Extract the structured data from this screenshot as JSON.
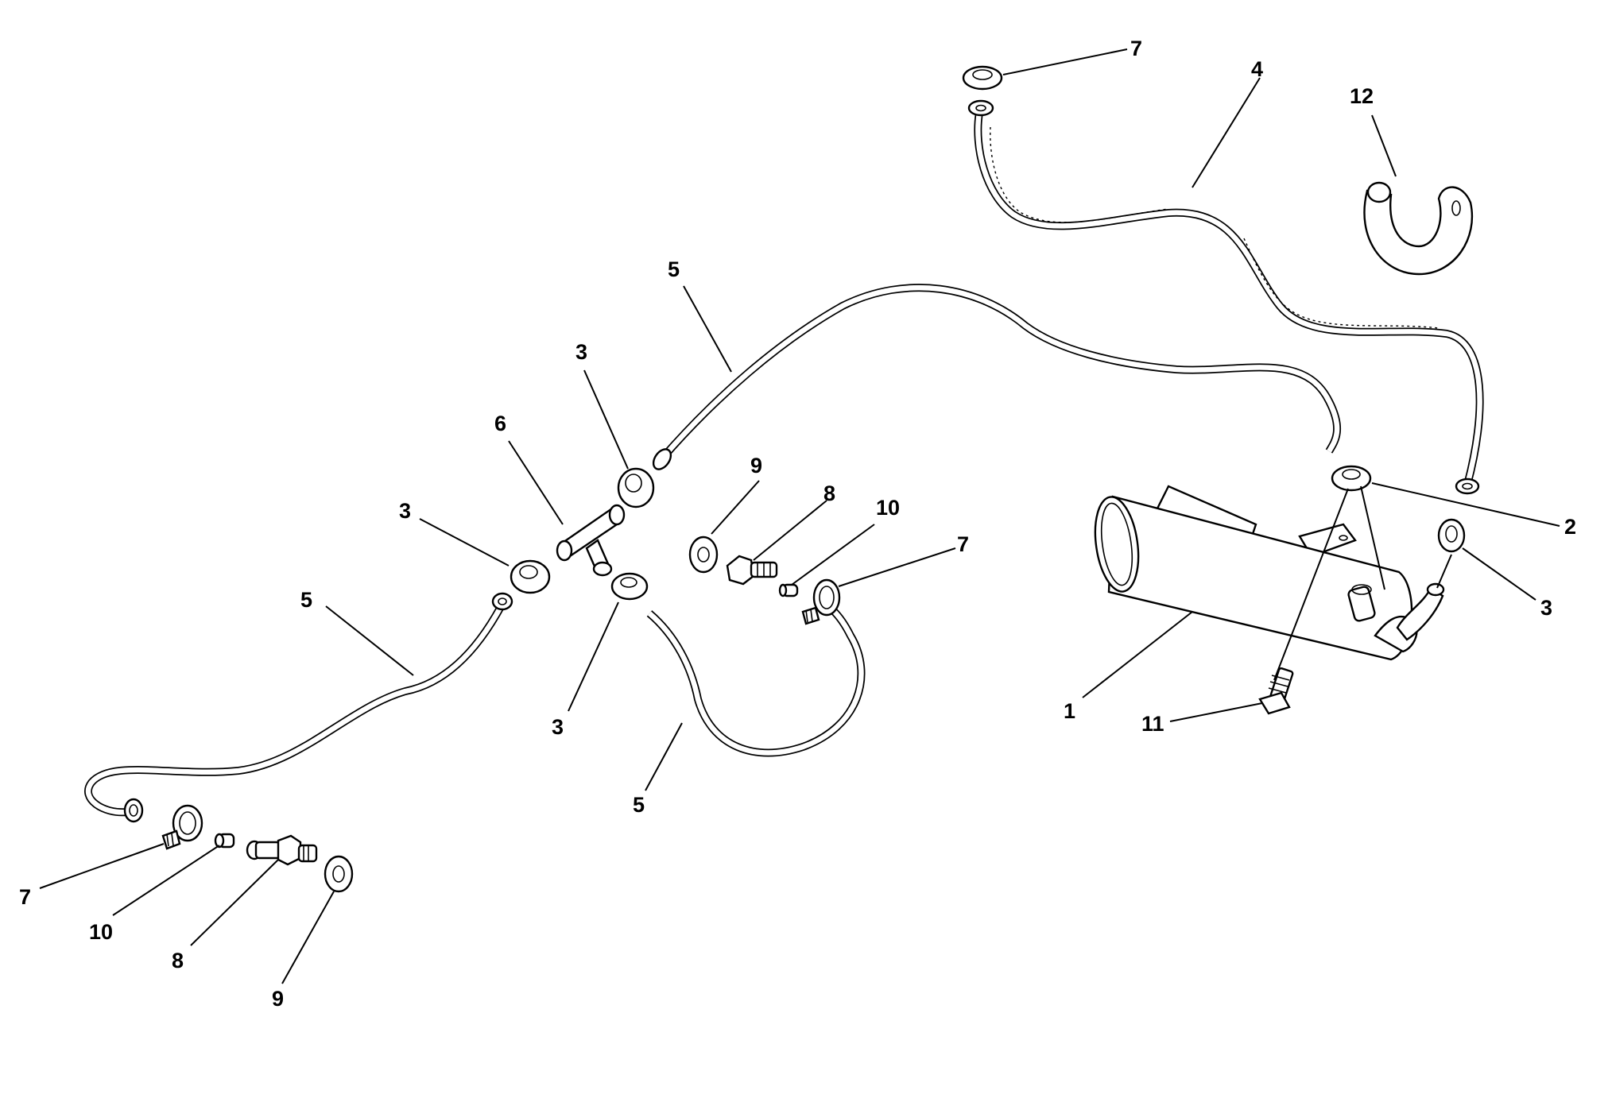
{
  "callouts": {
    "c1": "1",
    "c2": "2",
    "c3a": "3",
    "c3b": "3",
    "c3c": "3",
    "c3d": "3",
    "c4": "4",
    "c5a": "5",
    "c5b": "5",
    "c5c": "5",
    "c6": "6",
    "c7a": "7",
    "c7b": "7",
    "c7c": "7",
    "c8a": "8",
    "c8b": "8",
    "c9a": "9",
    "c9b": "9",
    "c10a": "10",
    "c10b": "10",
    "c11": "11",
    "c12": "12"
  }
}
